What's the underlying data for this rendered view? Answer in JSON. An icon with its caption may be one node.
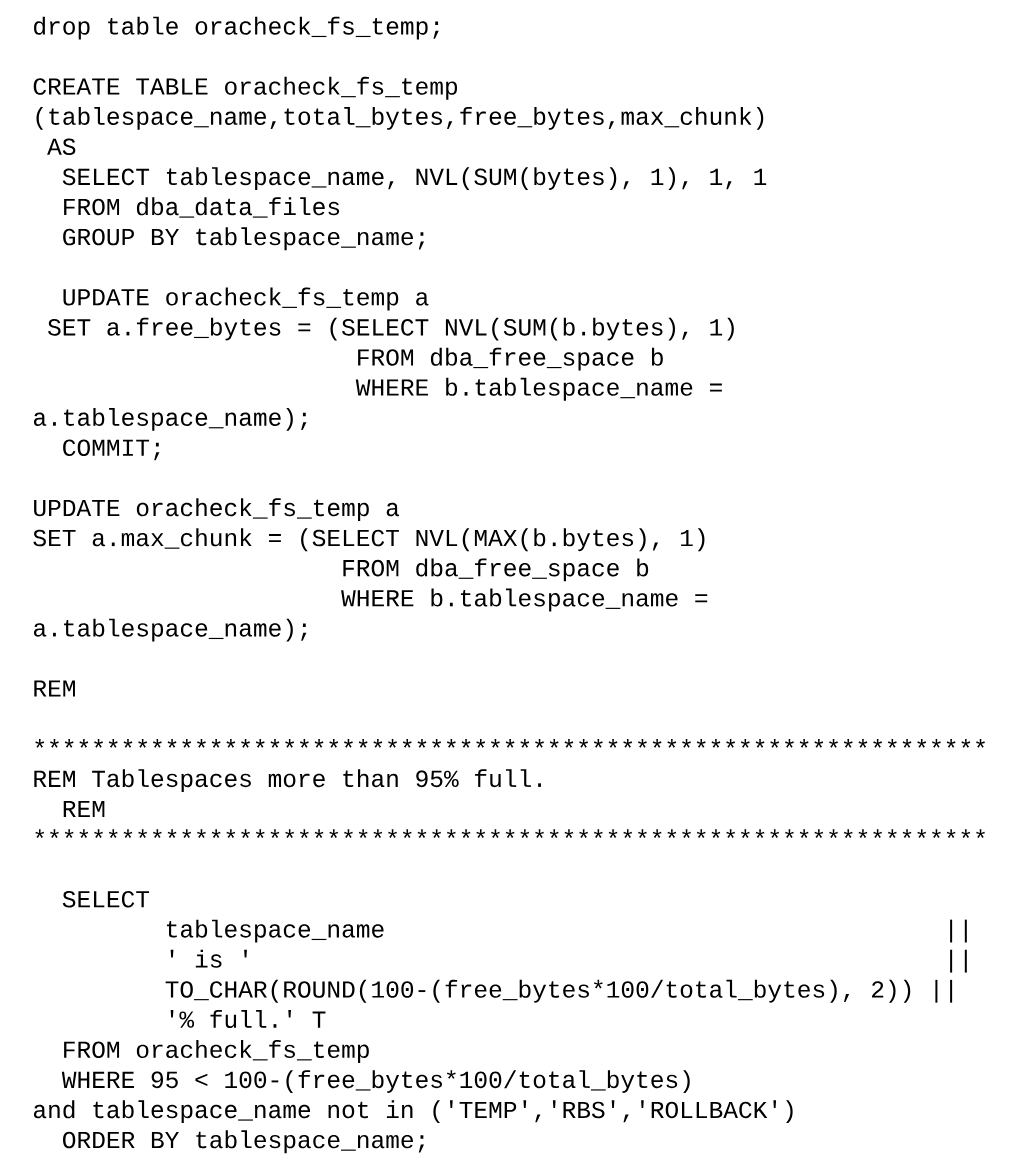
{
  "diagram": {
    "labels": [
      "drop table oracheck_fs_temp;",
      "CREATE TABLE oracheck_fs_temp",
      "(tablespace_name,total_bytes,free_bytes,max_chunk)",
      "AS",
      "SELECT tablespace_name, NVL(SUM(bytes), 1), 1, 1",
      "FROM dba_data_files",
      "GROUP BY tablespace_name;",
      "UPDATE oracheck_fs_temp a",
      "SET a.free_bytes = (SELECT NVL(SUM(b.bytes), 1)",
      "FROM dba_free_space b",
      "WHERE b.tablespace_name =",
      "a.tablespace_name);",
      "COMMIT;",
      "UPDATE oracheck_fs_temp a",
      "SET a.max_chunk = (SELECT NVL(MAX(b.bytes), 1)",
      "FROM dba_free_space b",
      "WHERE b.tablespace_name =",
      "a.tablespace_name);",
      "REM",
      "*****************************************************************",
      "REM Tablespaces more than 95% full.",
      "REM",
      "*****************************************************************",
      "SELECT",
      "tablespace_name",
      "||",
      "' is '",
      "||",
      "TO_CHAR(ROUND(100-(free_bytes*100/total_bytes), 2)) ||",
      "'% full.' T",
      "FROM oracheck_fs_temp",
      "WHERE 95 < 100-(free_bytes*100/total_bytes)",
      "and tablespace_name not in ('TEMP','RBS','ROLLBACK')",
      "ORDER BY tablespace_name;"
    ]
  }
}
